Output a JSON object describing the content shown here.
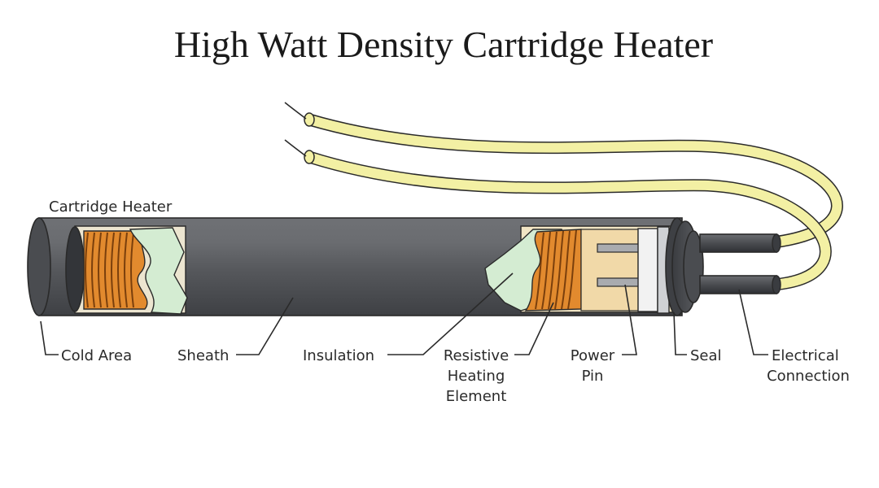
{
  "title": "High Watt Density Cartridge Heater",
  "subtitle": "Cartridge Heater",
  "labels": {
    "cold_area": "Cold Area",
    "sheath": "Sheath",
    "insulation": "Insulation",
    "resistive_1": "Resistive",
    "resistive_2": "Heating",
    "resistive_3": "Element",
    "power_1": "Power",
    "power_2": "Pin",
    "seal": "Seal",
    "electrical_1": "Electrical",
    "electrical_2": "Connection"
  },
  "colors": {
    "sheath": "#5c5e62",
    "coil": "#e28a2e",
    "insulation": "#d4ecd2",
    "wire": "#f3f0a4",
    "pin": "#f1d9a8"
  }
}
